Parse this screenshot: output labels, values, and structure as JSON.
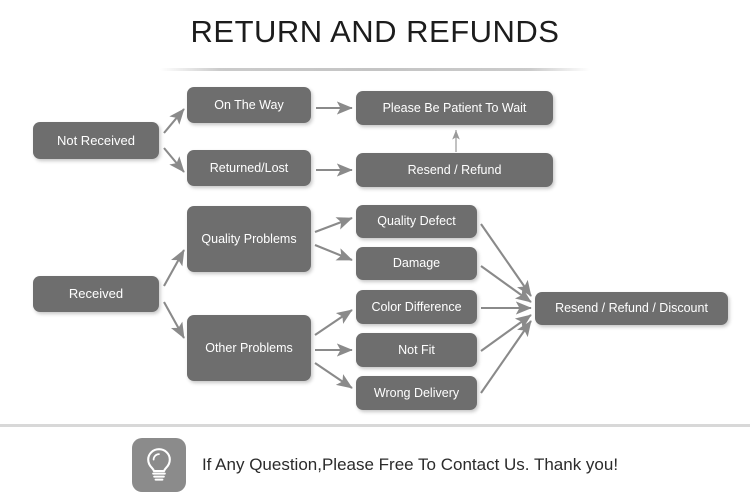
{
  "page": {
    "title": "RETURN AND REFUNDS",
    "background_color": "#ffffff",
    "node_color": "#6e6e6e",
    "node_text_color": "#ffffff",
    "edge_color": "#8a8a8a",
    "title_color": "#1c1c1c"
  },
  "flowchart": {
    "nodes": {
      "not_received": "Not Received",
      "on_the_way": "On The Way",
      "returned_lost": "Returned/Lost",
      "please_wait": "Please Be Patient To Wait",
      "resend_refund": "Resend / Refund",
      "received": "Received",
      "quality_problems": "Quality Problems",
      "other_problems": "Other Problems",
      "quality_defect": "Quality Defect",
      "damage": "Damage",
      "color_difference": "Color Difference",
      "not_fit": "Not Fit",
      "wrong_delivery": "Wrong Delivery",
      "resend_refund_discount": "Resend / Refund / Discount"
    },
    "edges": [
      {
        "from": "not_received",
        "to": "on_the_way"
      },
      {
        "from": "not_received",
        "to": "returned_lost"
      },
      {
        "from": "on_the_way",
        "to": "please_wait"
      },
      {
        "from": "returned_lost",
        "to": "resend_refund"
      },
      {
        "from": "resend_refund",
        "to": "please_wait"
      },
      {
        "from": "received",
        "to": "quality_problems"
      },
      {
        "from": "received",
        "to": "other_problems"
      },
      {
        "from": "quality_problems",
        "to": "quality_defect"
      },
      {
        "from": "quality_problems",
        "to": "damage"
      },
      {
        "from": "other_problems",
        "to": "color_difference"
      },
      {
        "from": "other_problems",
        "to": "not_fit"
      },
      {
        "from": "other_problems",
        "to": "wrong_delivery"
      },
      {
        "from": "quality_defect",
        "to": "resend_refund_discount"
      },
      {
        "from": "damage",
        "to": "resend_refund_discount"
      },
      {
        "from": "color_difference",
        "to": "resend_refund_discount"
      },
      {
        "from": "not_fit",
        "to": "resend_refund_discount"
      },
      {
        "from": "wrong_delivery",
        "to": "resend_refund_discount"
      }
    ]
  },
  "footer": {
    "icon": "lightbulb-icon",
    "message": "If Any Question,Please Free To Contact Us. Thank you!"
  }
}
